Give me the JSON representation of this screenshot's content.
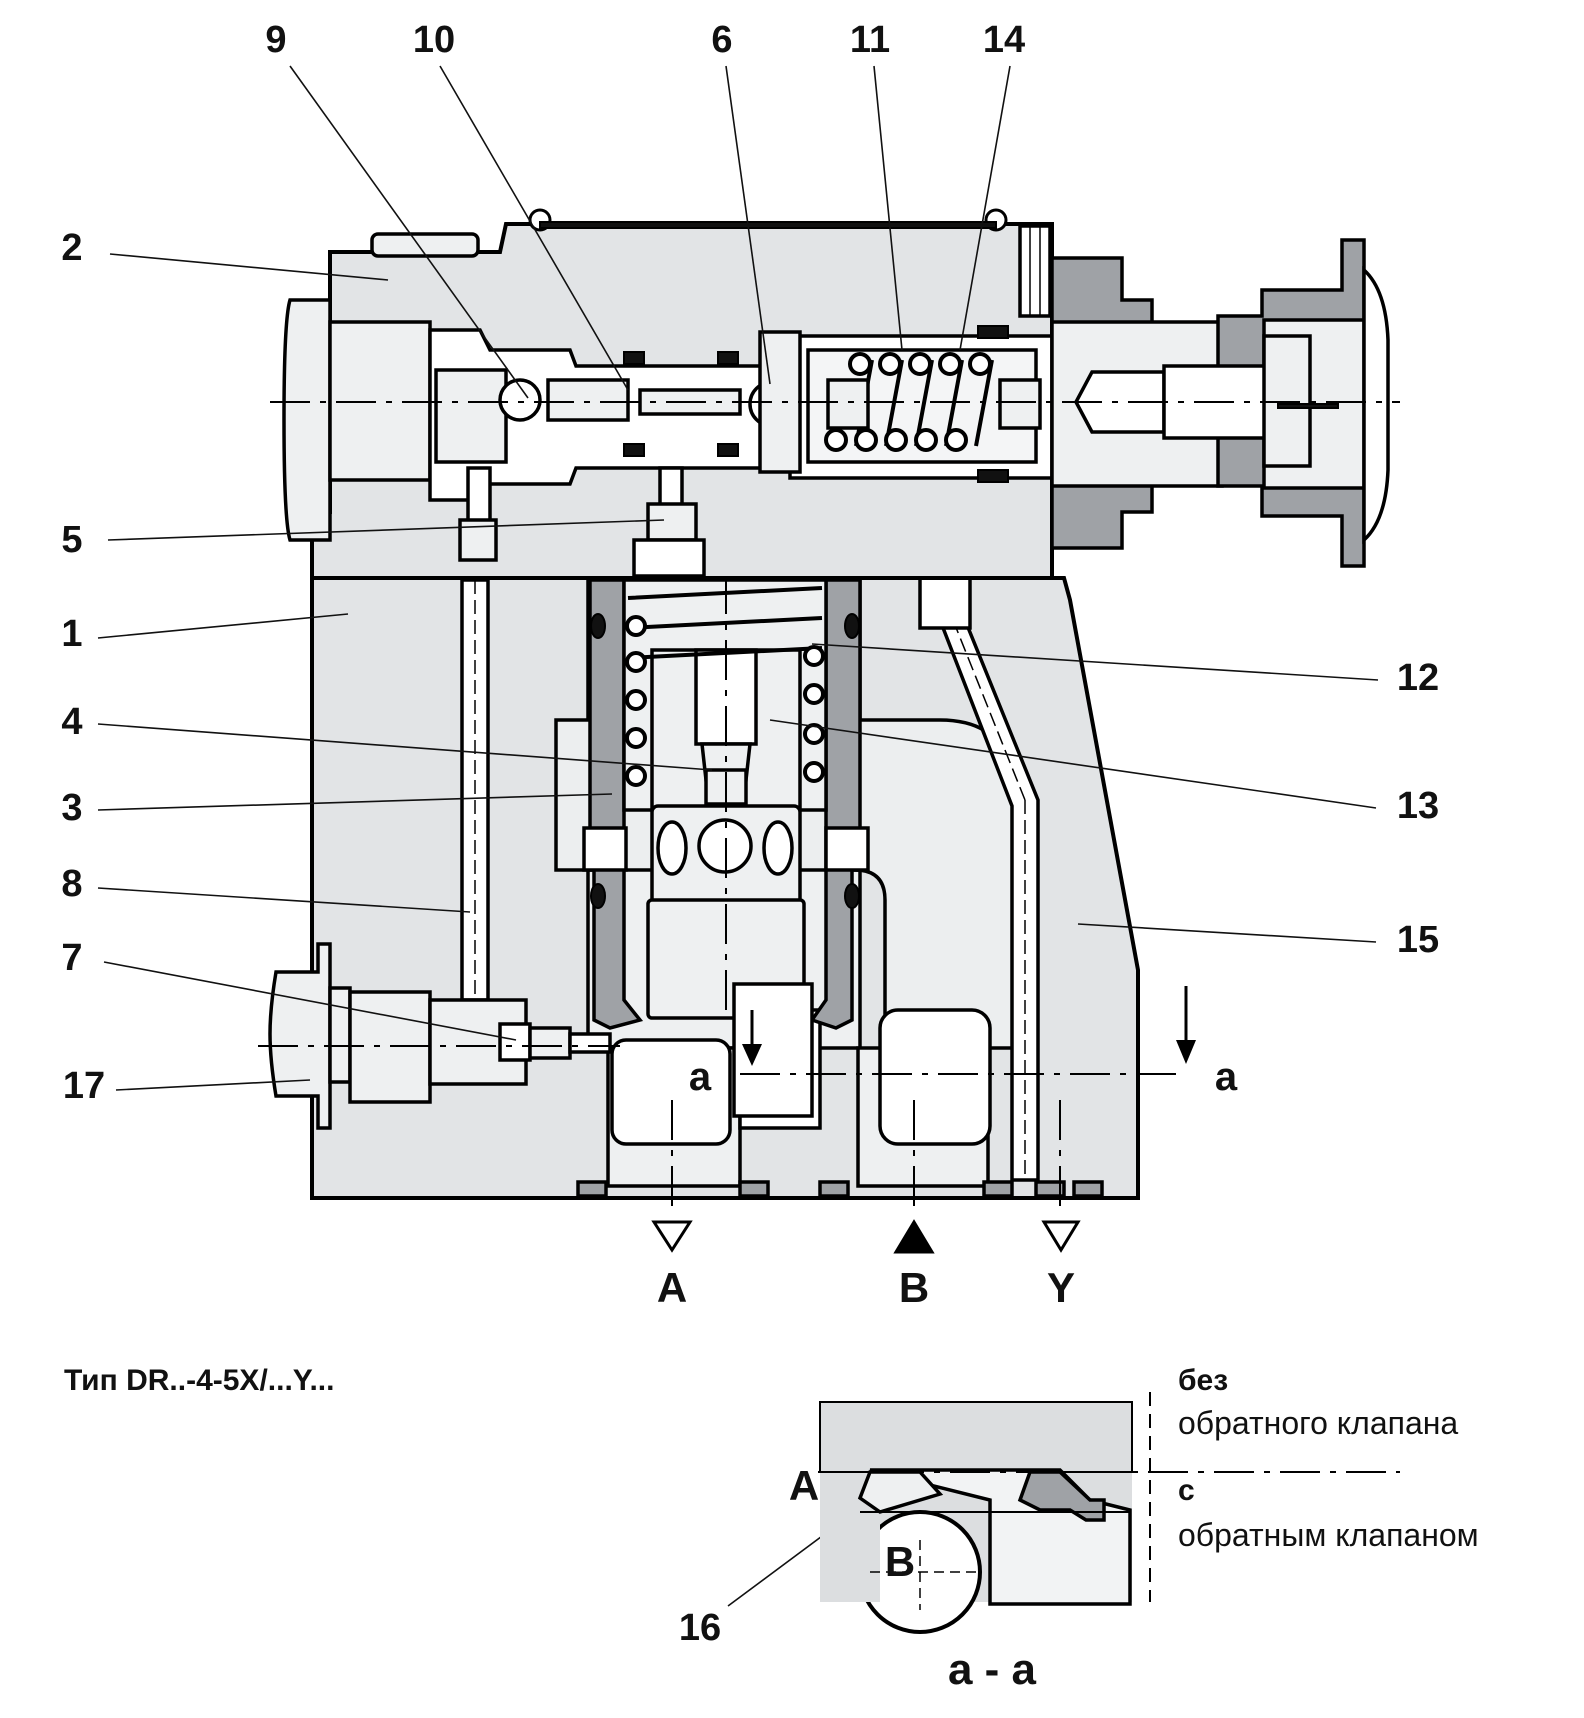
{
  "callouts": {
    "c1": "1",
    "c2": "2",
    "c3": "3",
    "c4": "4",
    "c5": "5",
    "c6": "6",
    "c7": "7",
    "c8": "8",
    "c9": "9",
    "c10": "10",
    "c11": "11",
    "c12": "12",
    "c13": "13",
    "c14": "14",
    "c15": "15",
    "c16": "16",
    "c17": "17"
  },
  "ports": {
    "a": "A",
    "b": "B",
    "y": "Y"
  },
  "section": {
    "marker_left": "a",
    "marker_right": "a",
    "title": "a - a",
    "port_a": "A",
    "port_b": "B"
  },
  "caption": "Тип  DR..-4-5X/...Y...",
  "legend": {
    "line1_bold": "без",
    "line1": "обратного  клапана",
    "line2_bold": "с",
    "line2": "обратным  клапаном"
  },
  "colors": {
    "housing": "#e2e4e6",
    "dark_part": "#9fa2a6",
    "light_part": "#eef0f1"
  }
}
